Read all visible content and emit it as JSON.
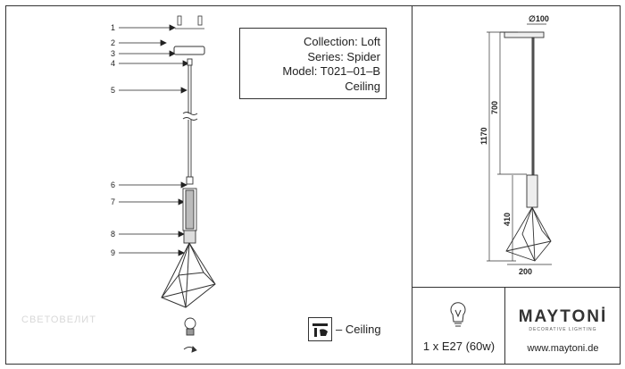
{
  "info": {
    "collection": "Collection: Loft",
    "series": "Series: Spider",
    "model": "Model: T021–01–B",
    "mount": "Ceiling"
  },
  "parts": {
    "p1": "1",
    "p2": "2",
    "p3": "3",
    "p4": "4",
    "p5": "5",
    "p6": "6",
    "p7": "7",
    "p8": "8",
    "p9": "9"
  },
  "dimensions": {
    "canopy_diameter": "∅100",
    "cord_length": "700",
    "total_height": "1170",
    "shade_height": "410",
    "shade_width": "200"
  },
  "legend": {
    "icon": "ceiling-mount-icon",
    "text": "– Ceiling"
  },
  "bulb": {
    "icon": "light-bulb-icon",
    "text": "1 x E27 (60w)"
  },
  "brand": {
    "name": "MAYTONİ",
    "tagline": "DECORATIVE LIGHTING",
    "website": "www.maytoni.de"
  },
  "watermark": "СВЕТОВЕЛИТ"
}
